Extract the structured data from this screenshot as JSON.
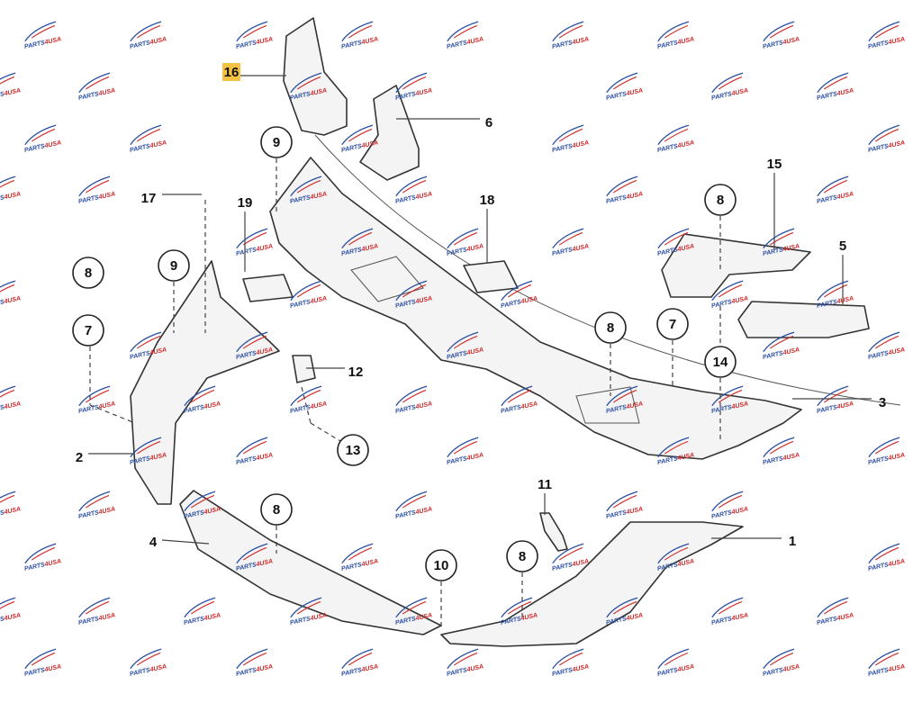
{
  "watermark": {
    "text_a": "PARTS",
    "text_b": "4",
    "text_c": "USA",
    "color_blue": "#2b4fa3",
    "color_red": "#d22b2b"
  },
  "highlight_color": "#f5c242",
  "callouts": [
    {
      "id": "c16",
      "label": "16",
      "style": "highlight"
    },
    {
      "id": "c6",
      "label": "6",
      "style": "plain"
    },
    {
      "id": "c9a",
      "label": "9",
      "style": "circle"
    },
    {
      "id": "c17",
      "label": "17",
      "style": "plain"
    },
    {
      "id": "c19",
      "label": "19",
      "style": "plain"
    },
    {
      "id": "c18",
      "label": "18",
      "style": "plain"
    },
    {
      "id": "c15",
      "label": "15",
      "style": "plain"
    },
    {
      "id": "c8a",
      "label": "8",
      "style": "circle"
    },
    {
      "id": "c5",
      "label": "5",
      "style": "plain"
    },
    {
      "id": "c8b",
      "label": "8",
      "style": "circle"
    },
    {
      "id": "c9b",
      "label": "9",
      "style": "circle"
    },
    {
      "id": "c7a",
      "label": "7",
      "style": "circle"
    },
    {
      "id": "c8c",
      "label": "8",
      "style": "circle"
    },
    {
      "id": "c7b",
      "label": "7",
      "style": "circle"
    },
    {
      "id": "c14",
      "label": "14",
      "style": "circle"
    },
    {
      "id": "c12",
      "label": "12",
      "style": "plain"
    },
    {
      "id": "c3",
      "label": "3",
      "style": "plain"
    },
    {
      "id": "c13",
      "label": "13",
      "style": "circle"
    },
    {
      "id": "c2",
      "label": "2",
      "style": "plain"
    },
    {
      "id": "c11",
      "label": "11",
      "style": "plain"
    },
    {
      "id": "c8d",
      "label": "8",
      "style": "circle"
    },
    {
      "id": "c4",
      "label": "4",
      "style": "plain"
    },
    {
      "id": "c1",
      "label": "1",
      "style": "plain"
    },
    {
      "id": "c10",
      "label": "10",
      "style": "circle"
    },
    {
      "id": "c8e",
      "label": "8",
      "style": "circle"
    }
  ]
}
